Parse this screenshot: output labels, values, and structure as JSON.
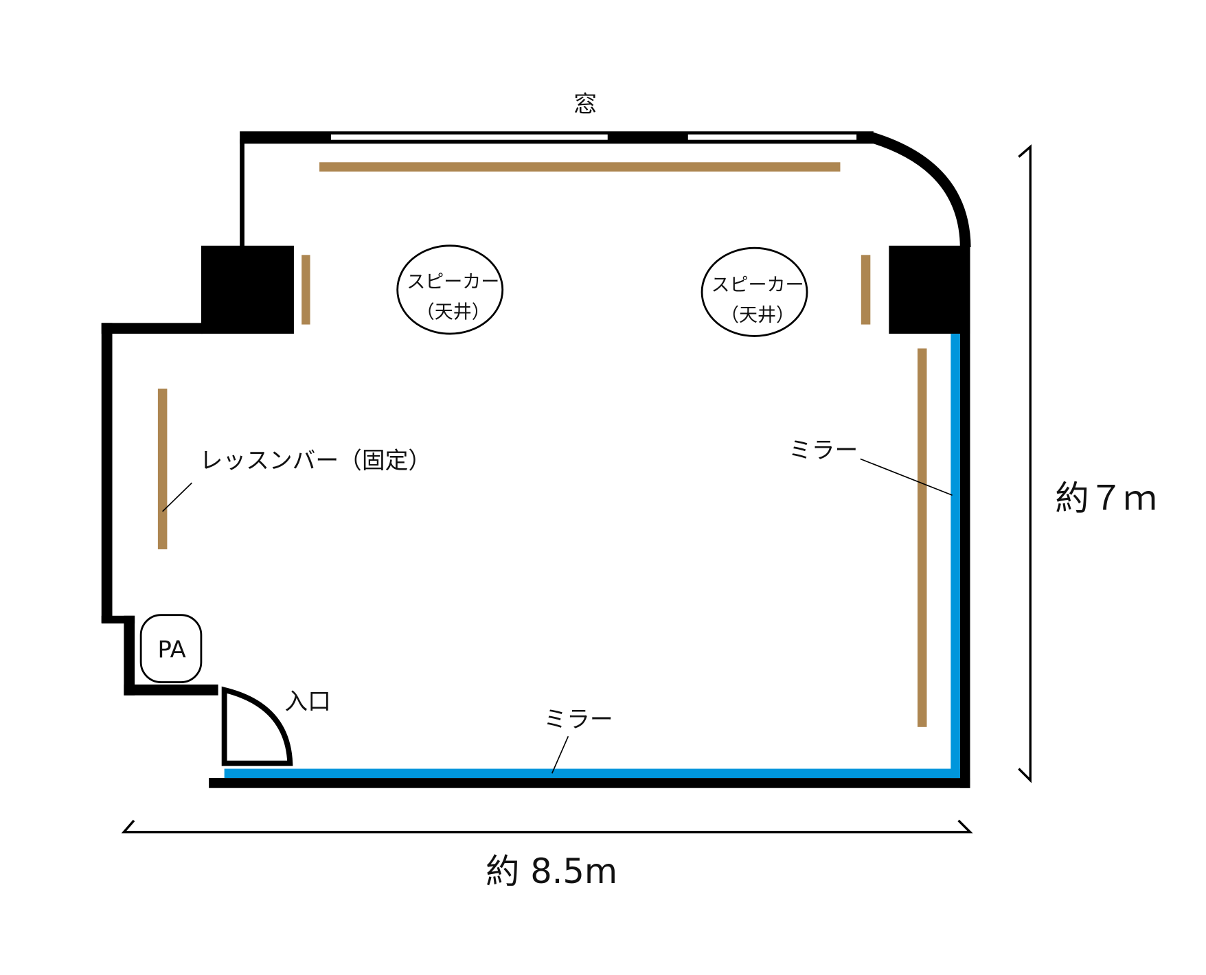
{
  "labels": {
    "window": "窓",
    "speaker_left": [
      "スピーカー",
      "（天井）"
    ],
    "speaker_right": [
      "スピーカー",
      "（天井）"
    ],
    "lesson_bar": "レッスンバー（固定）",
    "mirror_right": "ミラー",
    "mirror_bottom": "ミラー",
    "entrance": "入口",
    "pa": "PA",
    "height_dim": "約７ｍ",
    "width_dim": "約 8.5m"
  },
  "colors": {
    "wall": "#000000",
    "bar": "#AD8651",
    "mirror": "#0096DC"
  }
}
